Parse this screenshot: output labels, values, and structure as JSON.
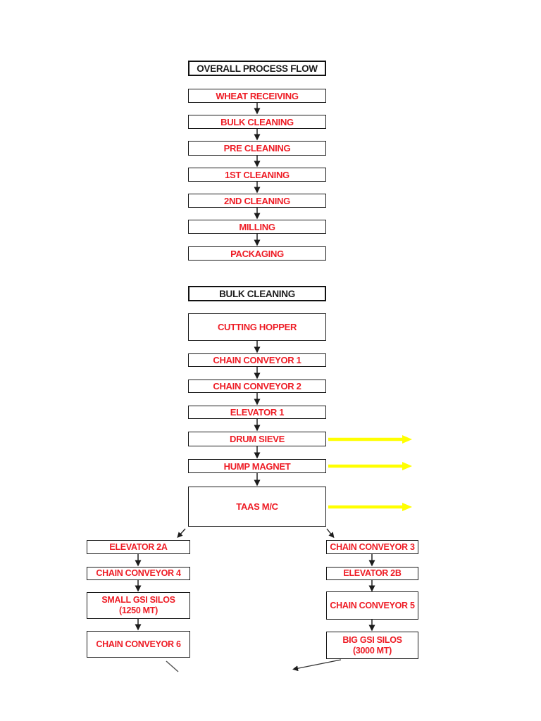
{
  "colors": {
    "page_background": "#ffffff",
    "box_border": "#1a1a1a",
    "node_text_red": "#ee1c25",
    "header_text": "#1c1c1c",
    "arrow_black": "#2e2e2e",
    "arrow_yellow": "#ffff00"
  },
  "overall_flow": {
    "title": "OVERALL PROCESS FLOW",
    "steps": [
      "WHEAT RECEIVING",
      "BULK CLEANING",
      "PRE CLEANING",
      "1ST CLEANING",
      "2ND CLEANING",
      "MILLING",
      "PACKAGING"
    ]
  },
  "bulk_cleaning_flow": {
    "title": "BULK CLEANING",
    "steps": [
      "CUTTING HOPPER",
      "CHAIN CONVEYOR 1",
      "CHAIN CONVEYOR 2",
      "ELEVATOR 1",
      "DRUM SIEVE",
      "HUMP MAGNET",
      "TAAS M/C"
    ],
    "left_branch": [
      {
        "label": "ELEVATOR 2A"
      },
      {
        "label": "CHAIN CONVEYOR 4"
      },
      {
        "line1": "SMALL GSI SILOS",
        "line2": "(1250 MT)"
      },
      {
        "label": "CHAIN CONVEYOR 6"
      }
    ],
    "right_branch": [
      {
        "label": "CHAIN CONVEYOR 3"
      },
      {
        "label": "ELEVATOR 2B"
      },
      {
        "label": "CHAIN CONVEYOR 5"
      },
      {
        "line1": "BIG GSI SILOS",
        "line2": "(3000 MT)"
      }
    ]
  }
}
